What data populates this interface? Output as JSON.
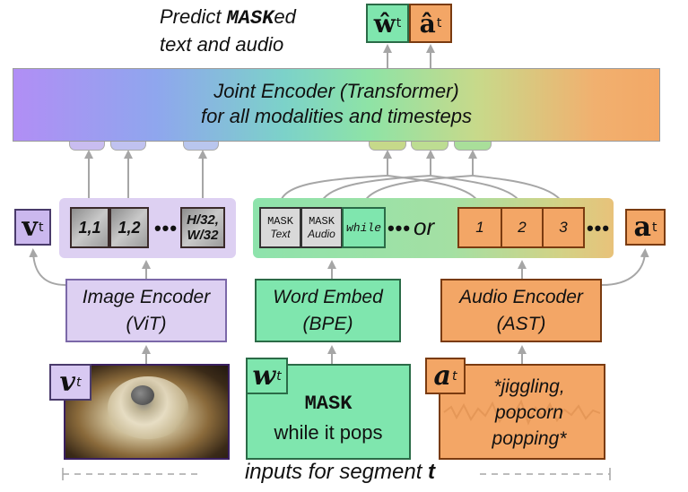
{
  "top": {
    "predict_line1_pre": "Predict ",
    "predict_mask": "MASK",
    "predict_line1_post": "ed",
    "predict_line2": "text and audio",
    "output_w_symbol": "ŵ",
    "output_a_symbol": "â",
    "output_subscript": "t"
  },
  "joint_encoder": {
    "line1": "Joint Encoder (Transformer)",
    "line2": "for all modalities and timesteps"
  },
  "image_tokens": {
    "v_symbol": "v",
    "subscript": "t",
    "patch_1": "1,1",
    "patch_2": "1,2",
    "ellipsis": "•••",
    "patch_last": "H/32,\nW/32"
  },
  "text_tokens": {
    "mask_text_top": "MASK",
    "mask_text_sub": "Text",
    "mask_audio_top": "MASK",
    "mask_audio_sub": "Audio",
    "word_token": "while",
    "ellipsis": "•••",
    "or_label": "or"
  },
  "audio_tokens": {
    "token_1": "1",
    "token_2": "2",
    "token_3": "3",
    "ellipsis": "•••",
    "a_symbol": "a",
    "subscript": "t"
  },
  "encoders": {
    "image_line1": "Image Encoder",
    "image_line2": "(ViT)",
    "word_line1": "Word Embed",
    "word_line2": "(BPE)",
    "audio_line1": "Audio Encoder",
    "audio_line2": "(AST)"
  },
  "inputs": {
    "v_symbol": "v",
    "w_symbol": "w",
    "a_symbol": "a",
    "subscript": "t",
    "text_mask": "MASK",
    "text_rest": "while it pops",
    "audio_line1": "*jiggling,",
    "audio_line2": "popcorn",
    "audio_line3": "popping*"
  },
  "footer": {
    "label": "inputs for segment ",
    "segment": "t"
  },
  "colors": {
    "vision": "#ddd0f2",
    "text": "#7fe6ae",
    "audio": "#f3a666",
    "arrow": "#a6a6a6"
  }
}
